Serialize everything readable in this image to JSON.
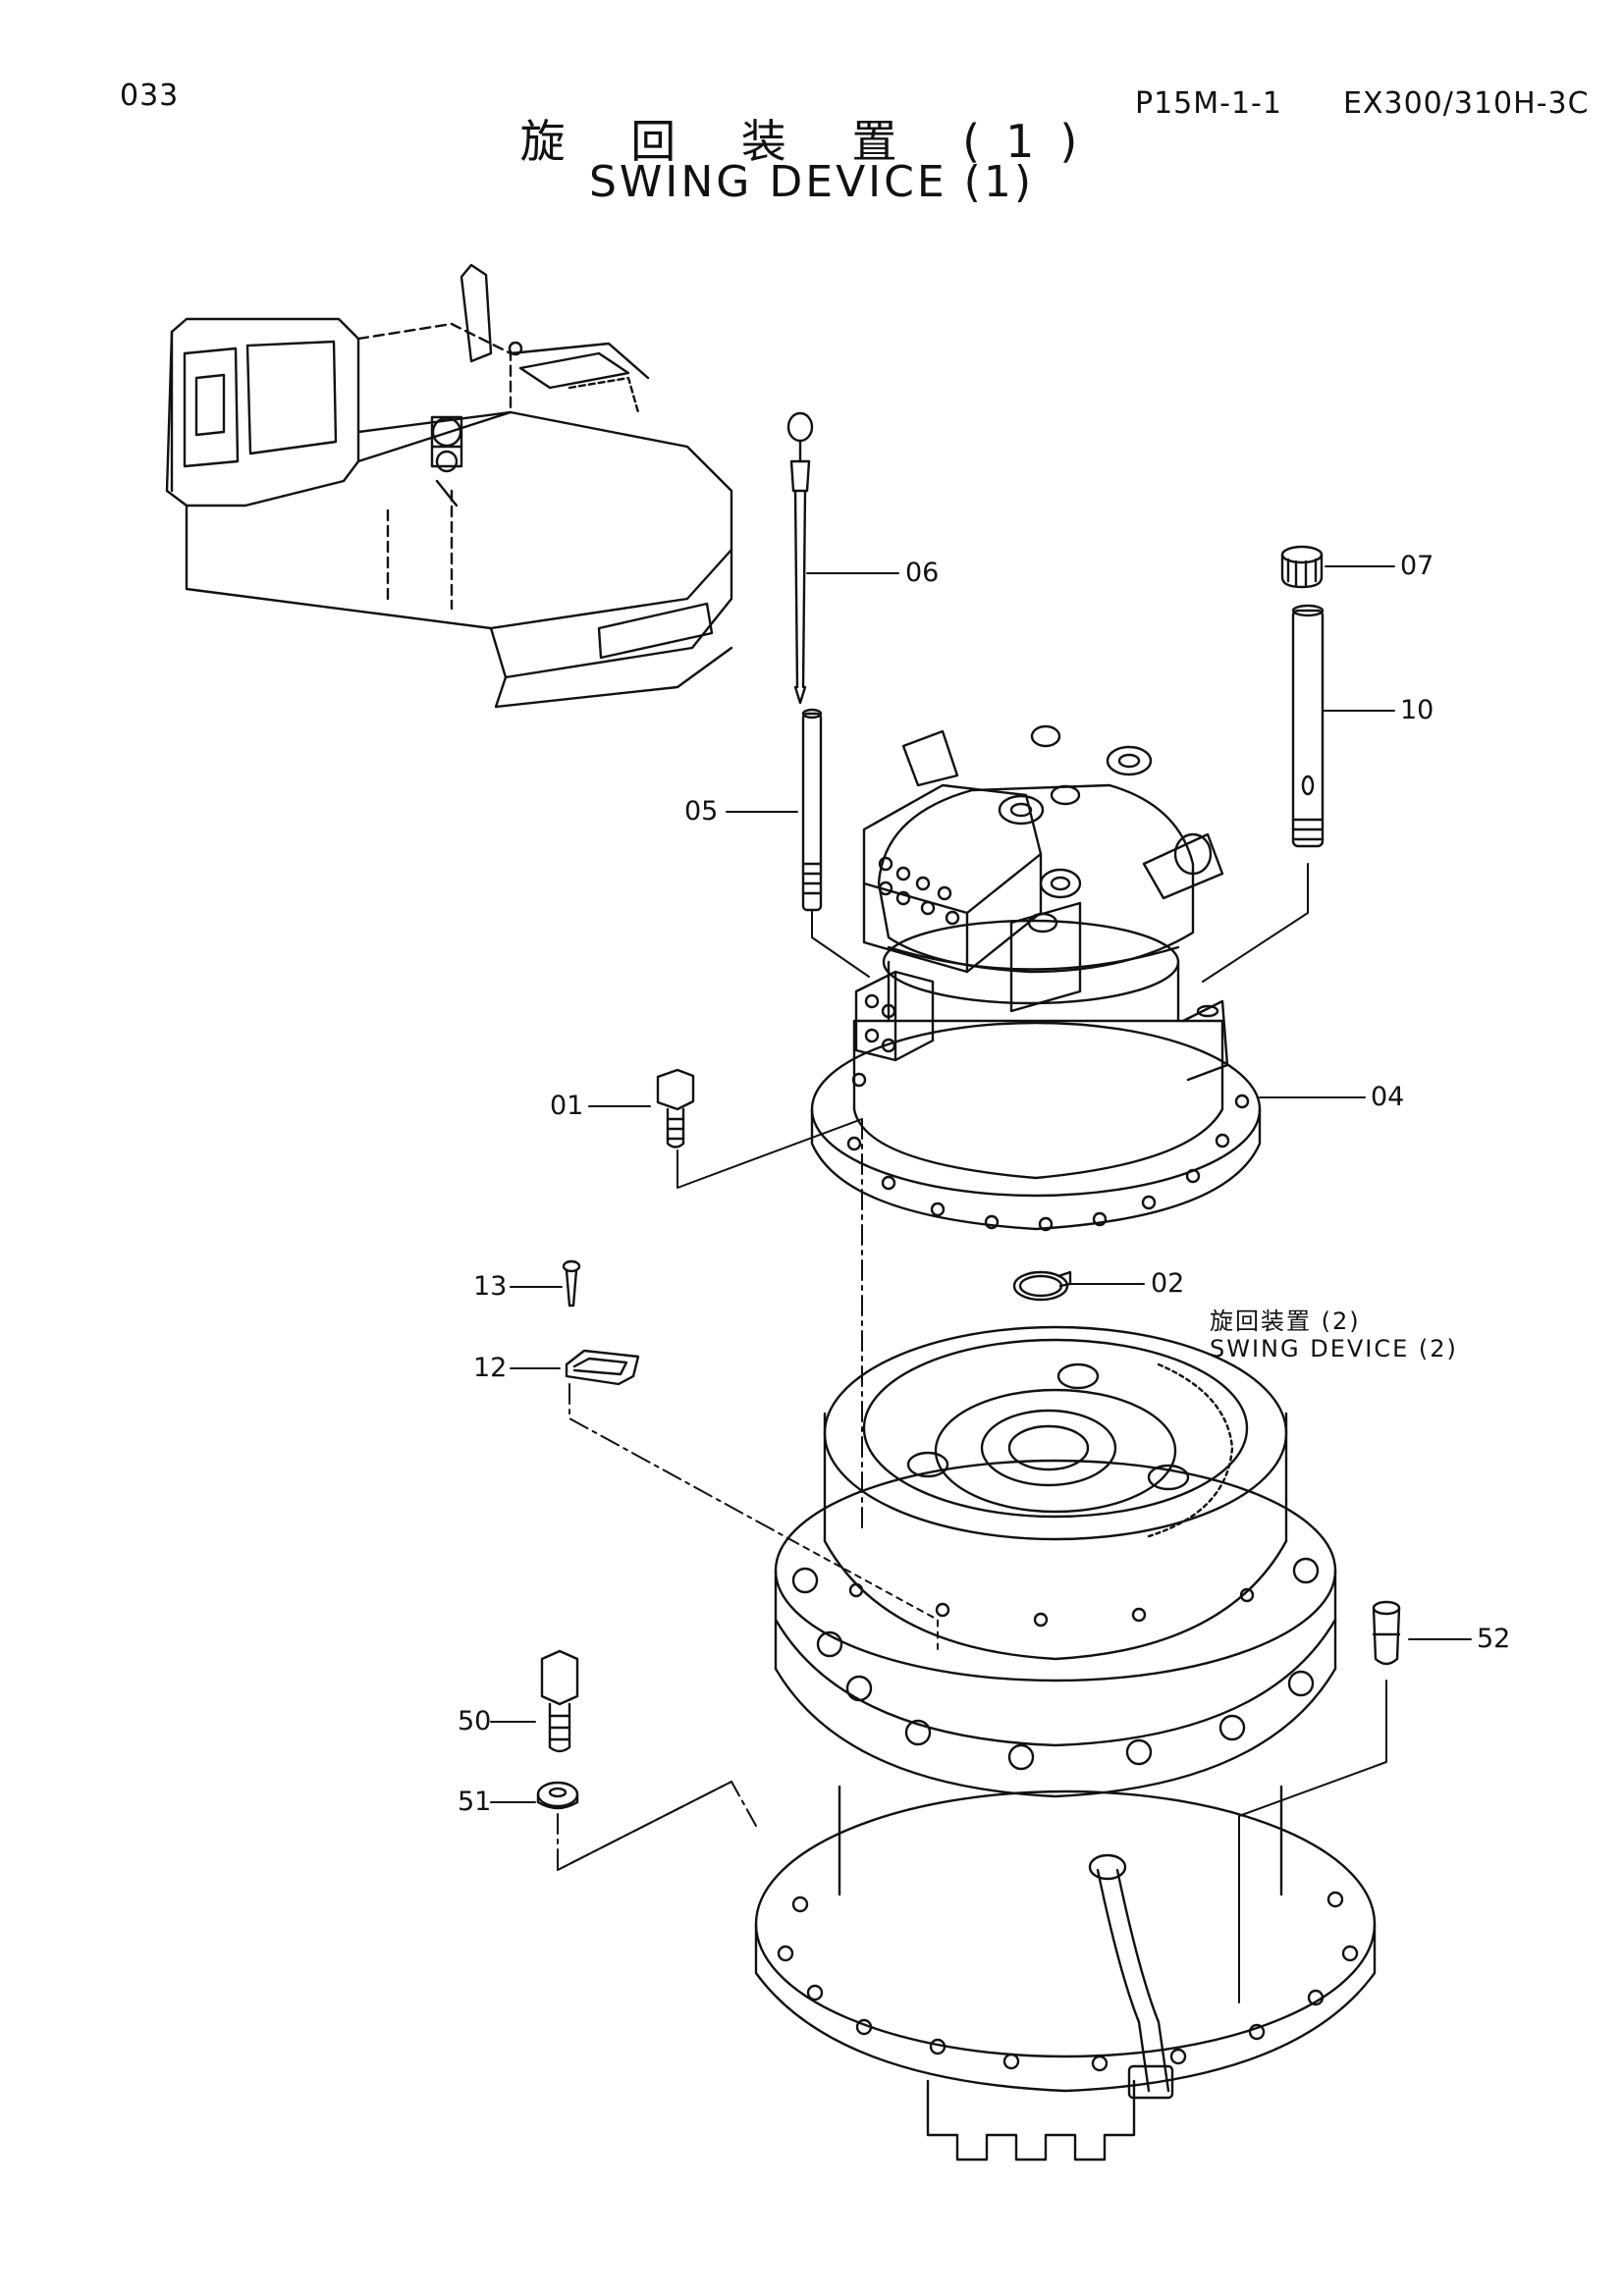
{
  "header": {
    "page_number": "033",
    "section_code": "P15M-1-1",
    "model": "EX300/310H-3C",
    "title_jp": "旋 回 装 置 (1)",
    "title_en": "SWING DEVICE (1)"
  },
  "callouts": [
    {
      "id": "06",
      "label": "06"
    },
    {
      "id": "07",
      "label": "07"
    },
    {
      "id": "10",
      "label": "10"
    },
    {
      "id": "05",
      "label": "05"
    },
    {
      "id": "04",
      "label": "04"
    },
    {
      "id": "01",
      "label": "01"
    },
    {
      "id": "02",
      "label": "02"
    },
    {
      "id": "13",
      "label": "13"
    },
    {
      "id": "12",
      "label": "12"
    },
    {
      "id": "52",
      "label": "52"
    },
    {
      "id": "50",
      "label": "50"
    },
    {
      "id": "51",
      "label": "51"
    }
  ],
  "reference_note": {
    "jp": "旋回装置 (2)",
    "en": "SWING DEVICE (2)"
  }
}
